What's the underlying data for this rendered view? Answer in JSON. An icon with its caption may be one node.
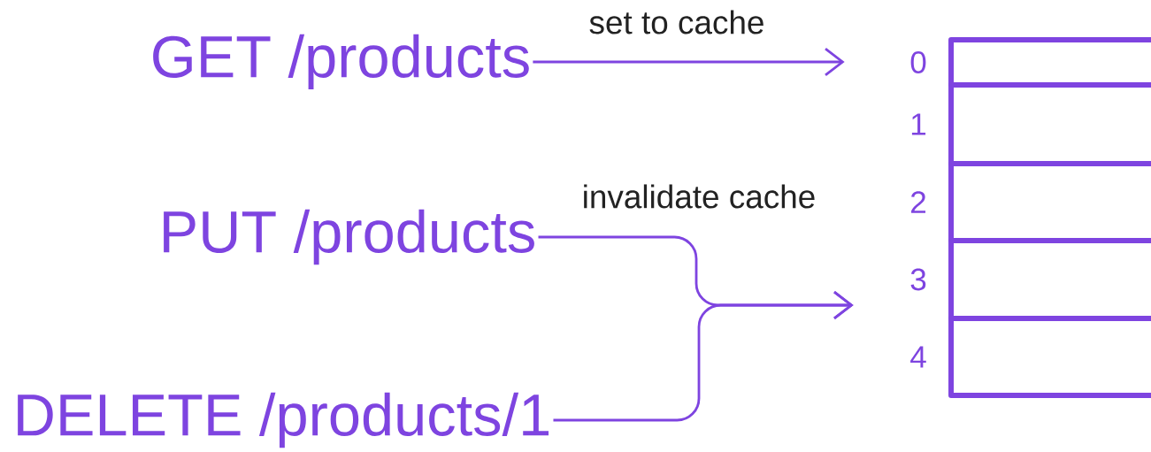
{
  "diagram": {
    "nodes": [
      {
        "text": [
          "GET /products"
        ]
      },
      {
        "text": [
          "PUT /products"
        ]
      },
      {
        "text": [
          "DELETE /products/1"
        ]
      },
      {
        "text": [],
        "shape": "box",
        "beside": [
          "0"
        ]
      },
      {
        "text": [],
        "shape": "box",
        "beside": [
          "1"
        ]
      },
      {
        "text": [],
        "shape": "box",
        "beside": [
          "2"
        ]
      },
      {
        "text": [],
        "shape": "box",
        "beside": [
          "3"
        ]
      },
      {
        "text": [],
        "shape": "box",
        "beside": [
          "4"
        ]
      }
    ],
    "edges": [
      {
        "from": 0,
        "to": 3,
        "arrow": "to",
        "label": "set to cache"
      },
      {
        "from": 1,
        "to": 6,
        "arrow": "to",
        "label": "invalidate cache"
      },
      {
        "from": 2,
        "to": 6,
        "arrow": "to"
      }
    ]
  }
}
